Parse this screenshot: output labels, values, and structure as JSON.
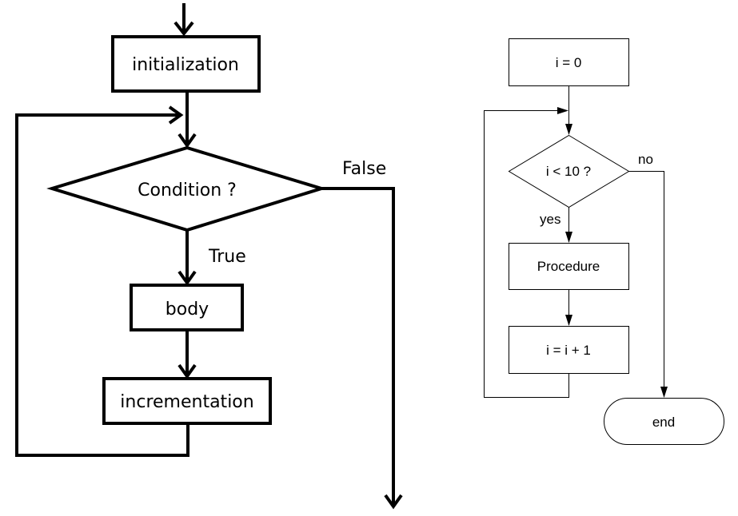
{
  "left_flowchart": {
    "initialization": "initialization",
    "condition": "Condition ?",
    "true_label": "True",
    "false_label": "False",
    "body": "body",
    "incrementation": "incrementation"
  },
  "right_flowchart": {
    "init": "i = 0",
    "condition": "i < 10 ?",
    "yes_label": "yes",
    "no_label": "no",
    "procedure": "Procedure",
    "increment": "i = i + 1",
    "end": "end"
  }
}
